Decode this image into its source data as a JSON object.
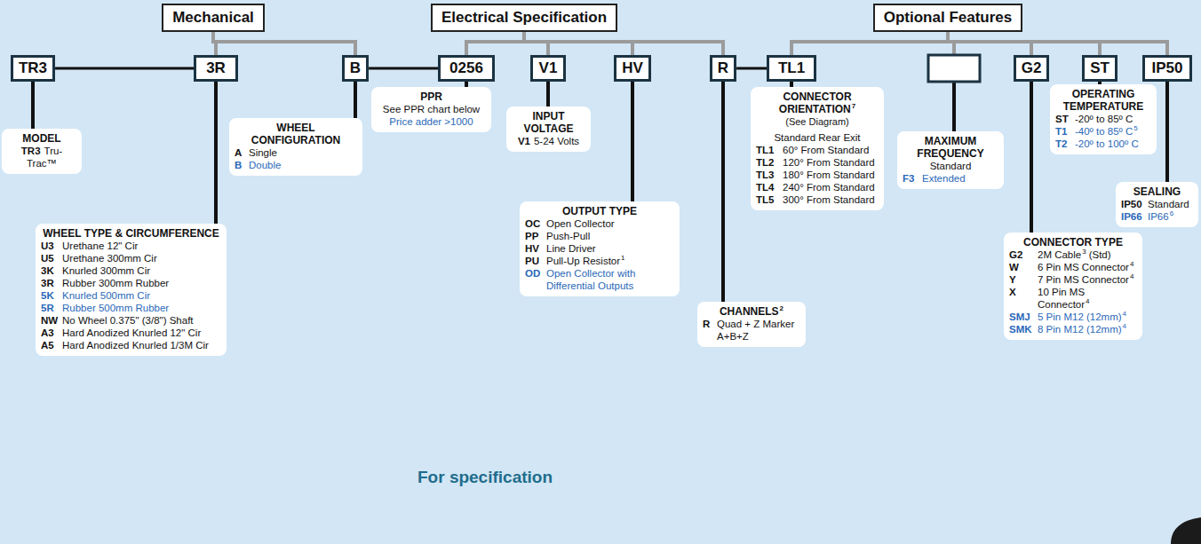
{
  "diagram": {
    "nodes": [
      {
        "text": [
          "Mechanical"
        ]
      },
      {
        "text": [
          "Electrical Specification"
        ]
      },
      {
        "text": [
          "Optional Features"
        ]
      },
      {
        "text": [
          "TR3"
        ]
      },
      {
        "text": [
          "3R"
        ]
      },
      {
        "text": [
          "B"
        ]
      },
      {
        "text": [
          "0256"
        ]
      },
      {
        "text": [
          "V1"
        ]
      },
      {
        "text": [
          "HV"
        ]
      },
      {
        "text": [
          "R"
        ]
      },
      {
        "text": [
          "TL1"
        ]
      },
      {
        "text": [
          "G2"
        ]
      },
      {
        "text": [
          "ST"
        ]
      },
      {
        "text": [
          "IP50"
        ]
      },
      {
        "text": [
          "MODEL",
          "TR3",
          "Tru-Trac™"
        ]
      },
      {
        "text": [
          "WHEEL TYPE & CIRCUMFERENCE",
          "U3",
          "Urethane 12\" Cir",
          "U5",
          "Urethane 300mm Cir",
          "3K",
          "Knurled 300mm Cir",
          "3R",
          "Rubber 300mm Rubber",
          "5K",
          "Knurled 500mm Cir",
          "5R",
          "Rubber 500mm Rubber",
          "NW",
          "No Wheel 0.375\" (3/8\") Shaft",
          "A3",
          "Hard Anodized Knurled 12\" Cir",
          "A5",
          "Hard Anodized Knurled 1/3M Cir"
        ]
      },
      {
        "text": [
          "WHEEL CONFIGURATION",
          "A",
          "Single",
          "B",
          "Double"
        ]
      },
      {
        "text": [
          "PPR",
          "See PPR chart below",
          "Price adder >1000"
        ]
      },
      {
        "text": [
          "INPUT VOLTAGE",
          "V1",
          "5-24 Volts"
        ]
      },
      {
        "text": [
          "OUTPUT TYPE",
          "OC",
          "Open Collector",
          "PP",
          "Push-Pull",
          "HV",
          "Line Driver",
          "PU",
          "Pull-Up Resistor",
          "1",
          "OD",
          "Open Collector with Differential Outputs"
        ]
      },
      {
        "text": [
          "CHANNELS",
          "2",
          "R",
          "Quad + Z Marker",
          "A+B+Z"
        ]
      },
      {
        "text": [
          "CONNECTOR ORIENTATION",
          "7",
          "(See Diagram)",
          "Standard Rear Exit",
          "TL1",
          "60° From Standard",
          "TL2",
          "120° From Standard",
          "TL3",
          "180° From Standard",
          "TL4",
          "240° From Standard",
          "TL5",
          "300° From Standard"
        ]
      },
      {
        "text": [
          "MAXIMUM FREQUENCY",
          "Standard",
          "F3",
          "Extended"
        ]
      },
      {
        "text": [
          "CONNECTOR TYPE",
          "G2",
          "2M Cable",
          "3",
          "(Std)",
          "W",
          "6 Pin MS Connector",
          "4",
          "Y",
          "7 Pin MS Connector",
          "4",
          "X",
          "10 Pin MS Connector",
          "4",
          "SMJ",
          "5 Pin M12 (12mm)",
          "4",
          "SMK",
          "8 Pin M12 (12mm)",
          "4"
        ]
      },
      {
        "text": [
          "OPERATING TEMPERATURE",
          "ST",
          "-20º to 85º C",
          "T1",
          "-40º to 85º C",
          "5",
          "T2",
          "-20º to 100º C"
        ]
      },
      {
        "text": [
          "SEALING",
          "IP50",
          "Standard",
          "IP66",
          "IP66",
          "6"
        ]
      }
    ],
    "edges": [
      {
        "from": 0,
        "to": 4,
        "arrow": "none"
      },
      {
        "from": 0,
        "to": 5,
        "arrow": "none"
      },
      {
        "from": 1,
        "to": 6,
        "arrow": "none"
      },
      {
        "from": 1,
        "to": 7,
        "arrow": "none"
      },
      {
        "from": 1,
        "to": 8,
        "arrow": "none"
      },
      {
        "from": 1,
        "to": 9,
        "arrow": "none"
      },
      {
        "from": 2,
        "to": 10,
        "arrow": "none"
      },
      {
        "from": 2,
        "to": 11,
        "arrow": "none"
      },
      {
        "from": 2,
        "to": 12,
        "arrow": "none"
      },
      {
        "from": 2,
        "to": 13,
        "arrow": "none"
      },
      {
        "from": 3,
        "to": 4,
        "arrow": "none"
      },
      {
        "from": 5,
        "to": 6,
        "arrow": "none"
      },
      {
        "from": 9,
        "to": 10,
        "arrow": "none"
      },
      {
        "from": 3,
        "to": 14,
        "arrow": "none"
      },
      {
        "from": 4,
        "to": 15,
        "arrow": "none"
      },
      {
        "from": 5,
        "to": 16,
        "arrow": "none"
      },
      {
        "from": 6,
        "to": 17,
        "arrow": "none"
      },
      {
        "from": 7,
        "to": 18,
        "arrow": "none"
      },
      {
        "from": 8,
        "to": 19,
        "arrow": "none"
      },
      {
        "from": 9,
        "to": 20,
        "arrow": "none"
      },
      {
        "from": 10,
        "to": 21,
        "arrow": "none"
      },
      {
        "from": 11,
        "to": 23,
        "arrow": "none"
      },
      {
        "from": 12,
        "to": 24,
        "arrow": "none"
      },
      {
        "from": 13,
        "to": 25,
        "arrow": "none"
      }
    ],
    "labels": [
      "For specification"
    ]
  }
}
